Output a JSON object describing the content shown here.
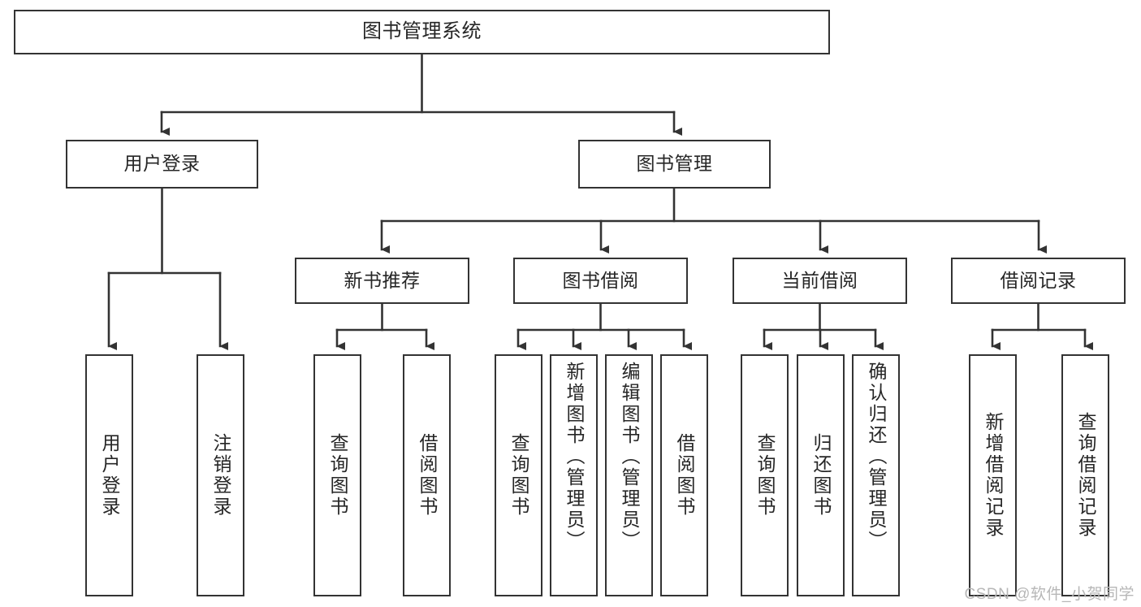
{
  "diagram": {
    "title": "图书管理系统",
    "type": "functional-structure-tree",
    "colors": {
      "stroke": "#333333",
      "text": "#262626",
      "background": "#ffffff",
      "watermark": "#b7b7b7"
    },
    "root": {
      "label": "图书管理系统"
    },
    "branches": [
      {
        "id": "user-login",
        "label": "用户登录"
      },
      {
        "id": "book-management",
        "label": "图书管理"
      }
    ],
    "categories": [
      {
        "id": "new-book-recommend",
        "label": "新书推荐",
        "parent": "book-management"
      },
      {
        "id": "book-borrow",
        "label": "图书借阅",
        "parent": "book-management"
      },
      {
        "id": "current-borrow",
        "label": "当前借阅",
        "parent": "book-management"
      },
      {
        "id": "borrow-record",
        "label": "借阅记录",
        "parent": "book-management"
      }
    ],
    "leaves": [
      {
        "id": "leaf-user-login",
        "label": "用户登录",
        "parent": "user-login"
      },
      {
        "id": "leaf-user-logout",
        "label": "注销登录",
        "parent": "user-login"
      },
      {
        "id": "leaf-query-book-rec",
        "label": "查询图书",
        "parent": "new-book-recommend"
      },
      {
        "id": "leaf-borrow-book-rec",
        "label": "借阅图书",
        "parent": "new-book-recommend"
      },
      {
        "id": "leaf-query-book-borrow",
        "label": "查询图书",
        "parent": "book-borrow"
      },
      {
        "id": "leaf-add-book",
        "label": "新增图书（管理员）",
        "parent": "book-borrow"
      },
      {
        "id": "leaf-edit-book",
        "label": "编辑图书（管理员）",
        "parent": "book-borrow"
      },
      {
        "id": "leaf-borrow-book",
        "label": "借阅图书",
        "parent": "book-borrow"
      },
      {
        "id": "leaf-query-book-current",
        "label": "查询图书",
        "parent": "current-borrow"
      },
      {
        "id": "leaf-return-book",
        "label": "归还图书",
        "parent": "current-borrow"
      },
      {
        "id": "leaf-confirm-return",
        "label": "确认归还（管理员）",
        "parent": "current-borrow"
      },
      {
        "id": "leaf-add-record",
        "label": "新增借阅记录",
        "parent": "borrow-record"
      },
      {
        "id": "leaf-query-record",
        "label": "查询借阅记录",
        "parent": "borrow-record"
      }
    ],
    "watermark": "CSDN @软件_小贺同学"
  }
}
